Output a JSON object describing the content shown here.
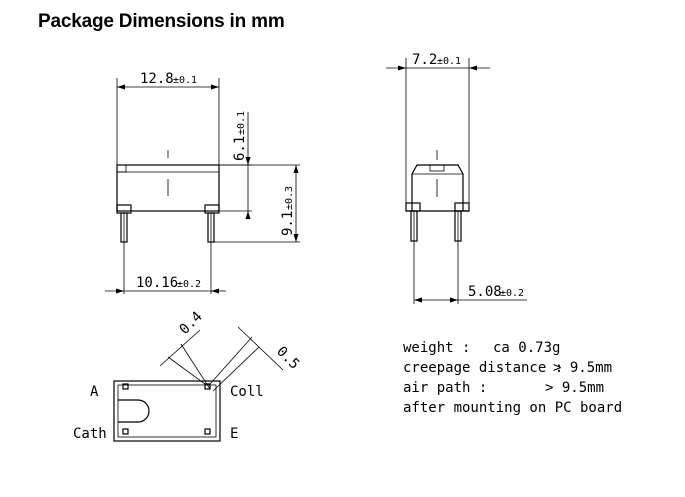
{
  "title": "Package Dimensions in mm",
  "front_view": {
    "width": {
      "value": "12.8",
      "tol": "±0.1"
    },
    "pitch": {
      "value": "10.16",
      "tol": "±0.2"
    },
    "body_height": {
      "value": "6.1",
      "tol": "±0.1"
    },
    "total_height": {
      "value": "9.1",
      "tol": "±0.3"
    }
  },
  "side_view": {
    "width": {
      "value": "7.2",
      "tol": "±0.1"
    },
    "pitch": {
      "value": "5.08",
      "tol": "±0.2"
    }
  },
  "bottom_view": {
    "dim_a": "0.4",
    "dim_b": "0.5",
    "pins": {
      "a": "A",
      "coll": "Coll",
      "cath": "Cath",
      "e": "E"
    }
  },
  "notes": [
    {
      "label": "weight  :",
      "value": "ca  0.73g"
    },
    {
      "label": "creepage  distance  :",
      "value": ">  9.5mm"
    },
    {
      "label": "air  path  :",
      "value": ">  9.5mm"
    },
    {
      "label": "after  mounting  on  PC  board",
      "value": ""
    }
  ]
}
